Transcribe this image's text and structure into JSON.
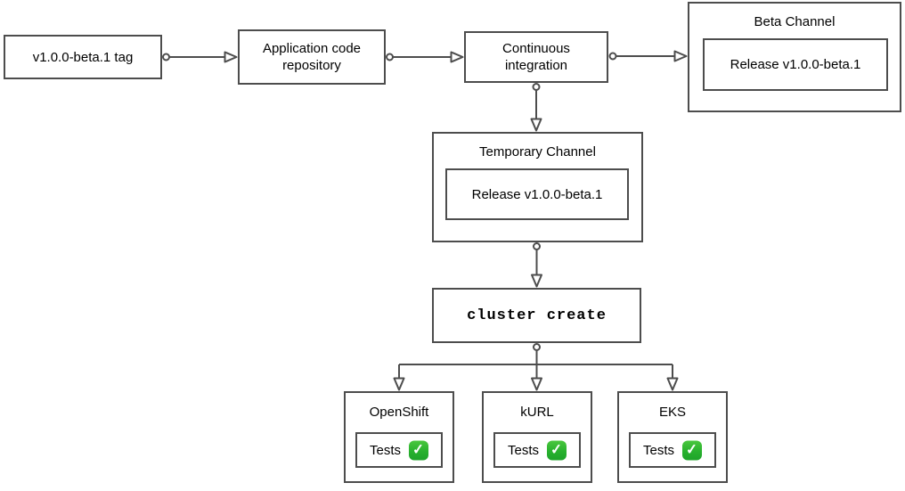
{
  "nodes": {
    "tag": {
      "label": "v1.0.0-beta.1 tag"
    },
    "app_repo": {
      "label": "Application code repository"
    },
    "ci": {
      "label": "Continuous integration"
    },
    "beta_channel": {
      "title": "Beta Channel",
      "release_label": "Release v1.0.0-beta.1"
    },
    "temporary_channel": {
      "title": "Temporary Channel",
      "release_label": "Release v1.0.0-beta.1"
    },
    "cluster_create": {
      "label": "cluster create"
    }
  },
  "platforms": [
    {
      "title": "OpenShift",
      "tests_label": "Tests",
      "status": "pass"
    },
    {
      "title": "kURL",
      "tests_label": "Tests",
      "status": "pass"
    },
    {
      "title": "EKS",
      "tests_label": "Tests",
      "status": "pass"
    }
  ],
  "icons": {
    "check_glyph": "✓"
  },
  "colors": {
    "border": "#4d4d4d",
    "connector": "#4d4d4d",
    "check_green": "#2eb12e",
    "background": "#ffffff",
    "text": "#000000"
  }
}
